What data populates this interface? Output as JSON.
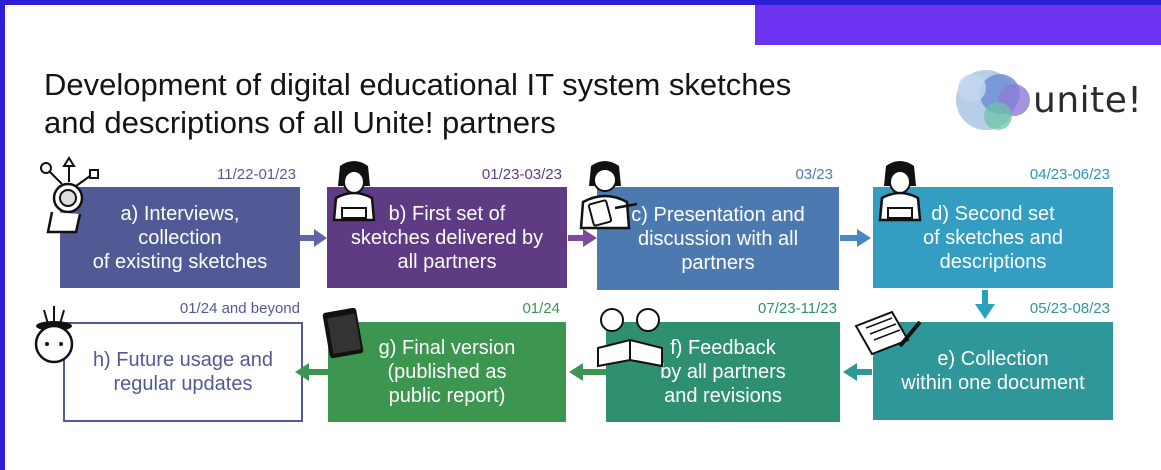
{
  "title": {
    "line1": "Development of digital educational IT system sketches",
    "line2": "and descriptions of all Unite! partners"
  },
  "logo": {
    "text": "unite!"
  },
  "steps": [
    {
      "id": "a",
      "label": "a) Interviews, collection of existing sketches",
      "lines": [
        "a) Interviews,",
        "collection",
        "of existing sketches"
      ],
      "date": "11/22-01/23",
      "color": "#525a96"
    },
    {
      "id": "b",
      "label": "b) First set of sketches delivered by all partners",
      "lines": [
        "b) First set of",
        "sketches delivered by",
        "all partners"
      ],
      "date": "01/23-03/23",
      "color": "#5f3b83"
    },
    {
      "id": "c",
      "label": "c) Presentation and discussion with all partners",
      "lines": [
        "c) Presentation and",
        "discussion with all",
        "partners"
      ],
      "date": "03/23",
      "color": "#4c7ab0"
    },
    {
      "id": "d",
      "label": "d) Second set of sketches and descriptions",
      "lines": [
        "d) Second set",
        "of sketches and",
        "descriptions"
      ],
      "date": "04/23-06/23",
      "color": "#339dc2"
    },
    {
      "id": "e",
      "label": "e) Collection within one document",
      "lines": [
        "e) Collection",
        "within one document"
      ],
      "date": "05/23-08/23",
      "color": "#2f9699"
    },
    {
      "id": "f",
      "label": "f) Feedback by all partners and revisions",
      "lines": [
        "f) Feedback",
        "by all partners",
        "and revisions"
      ],
      "date": "07/23-11/23",
      "color": "#2e9070"
    },
    {
      "id": "g",
      "label": "g) Final version (published as public report)",
      "lines": [
        "g) Final version",
        "(published as",
        "public report)"
      ],
      "date": "01/24",
      "color": "#3c9650"
    },
    {
      "id": "h",
      "label": "h) Future usage and regular updates",
      "lines": [
        "h) Future usage and",
        "regular updates"
      ],
      "date": "01/24 and beyond",
      "color": "#525a96"
    }
  ],
  "colors": {
    "frame": "#2d1ed6",
    "corner_bar": "#6b33f0",
    "arrow_blue": "#4a86c0",
    "arrow_purple": "#5f3b83",
    "arrow_teal": "#2aa0bf",
    "arrow_green": "#3c9650"
  }
}
